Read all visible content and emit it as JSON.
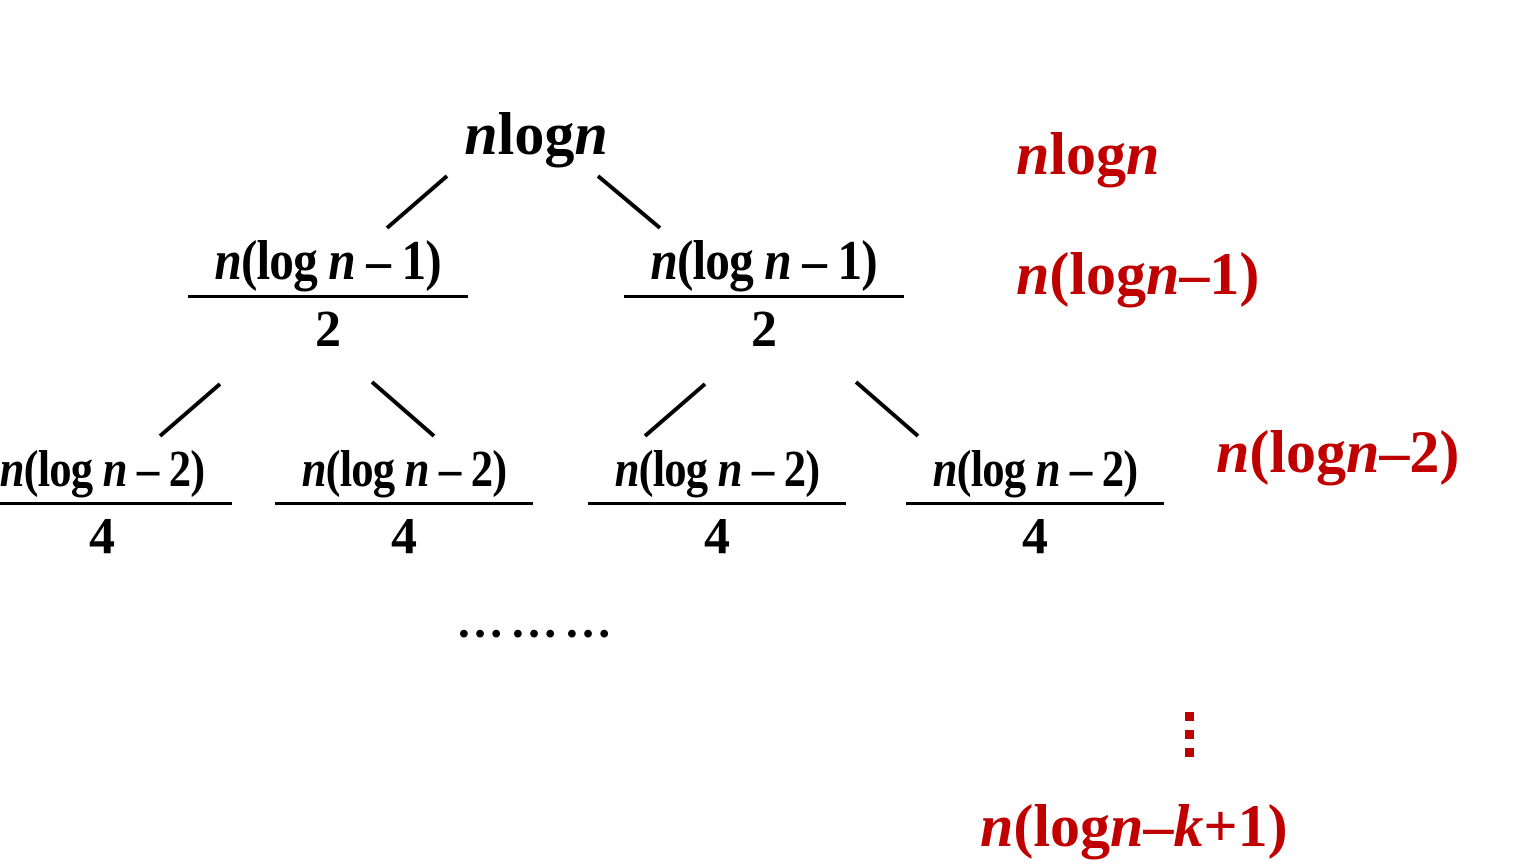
{
  "tree": {
    "root": {
      "n": "n",
      "log": "log",
      "n2": "n"
    },
    "level1": [
      {
        "n": "n",
        "open": "(log",
        "n2": "n",
        "rest": " – 1)",
        "den": "2"
      },
      {
        "n": "n",
        "open": "(log",
        "n2": "n",
        "rest": " – 1)",
        "den": "2"
      }
    ],
    "level2": [
      {
        "n": "n",
        "open": "(log",
        "n2": "n",
        "rest": " – 2)",
        "den": "4"
      },
      {
        "n": "n",
        "open": "(log",
        "n2": "n",
        "rest": " – 2)",
        "den": "4"
      },
      {
        "n": "n",
        "open": "(log",
        "n2": "n",
        "rest": " – 2)",
        "den": "4"
      },
      {
        "n": "n",
        "open": "(log",
        "n2": "n",
        "rest": " – 2)",
        "den": "4"
      }
    ],
    "ellipsis": "………"
  },
  "level_sums": [
    {
      "n": "n",
      "log": "log",
      "n2": "n",
      "tail": ""
    },
    {
      "n": "n",
      "log": "(log",
      "n2": "n",
      "tail": "–1)"
    },
    {
      "n": "n",
      "log": "(log",
      "n2": "n",
      "tail": "–2)"
    }
  ],
  "last_sum": {
    "n": "n",
    "log": "(log",
    "n2": "n",
    "minus": "–",
    "k": "k",
    "tail": "+1)"
  },
  "colors": {
    "tree": "#000000",
    "sums": "#c00000"
  },
  "icons": {
    "vertical_ellipsis": "vertical-ellipsis-icon"
  }
}
